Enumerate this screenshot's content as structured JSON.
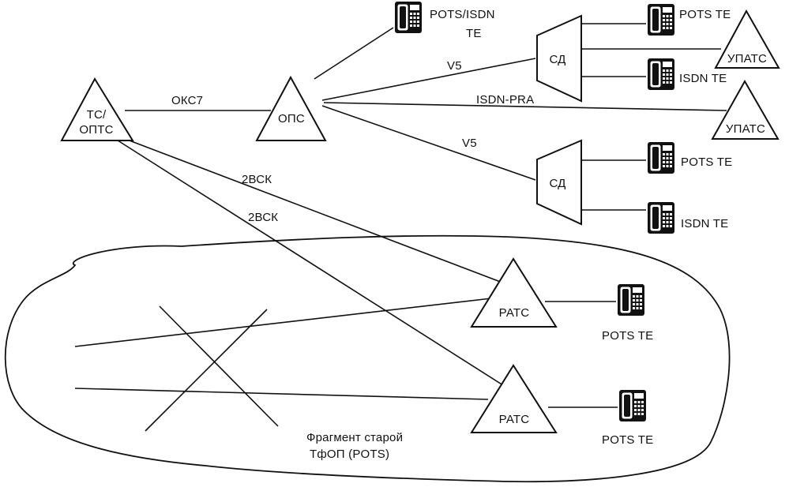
{
  "nodes": {
    "tc": {
      "line1": "ТС/",
      "line2": "ОПТС"
    },
    "ops": "ОПС",
    "sd1": "СД",
    "sd2": "СД",
    "upats1": "УПАТС",
    "upats2": "УПАТС",
    "rats1": "РАТС",
    "rats2": "РАТС"
  },
  "links": {
    "okc7": "ОКС7",
    "v5_top": "V5",
    "isdn_pra": "ISDN-PRA",
    "v5_bottom": "V5",
    "bck1": "2ВСК",
    "bck2": "2ВСК"
  },
  "terminals": {
    "pots_isdn": {
      "line1": "POTS/ISDN",
      "line2": "TE"
    },
    "pots_te_1": "POTS TE",
    "isdn_te_1": "ISDN TE",
    "pots_te_2": "POTS TE",
    "isdn_te_2": "ISDN TE",
    "pots_te_3": "POTS TE",
    "pots_te_4": "POTS TE"
  },
  "fragment": {
    "line1": "Фрагмент старой",
    "line2": "ТфОП (POTS)"
  },
  "icons": {
    "phone": "telephone-icon"
  }
}
